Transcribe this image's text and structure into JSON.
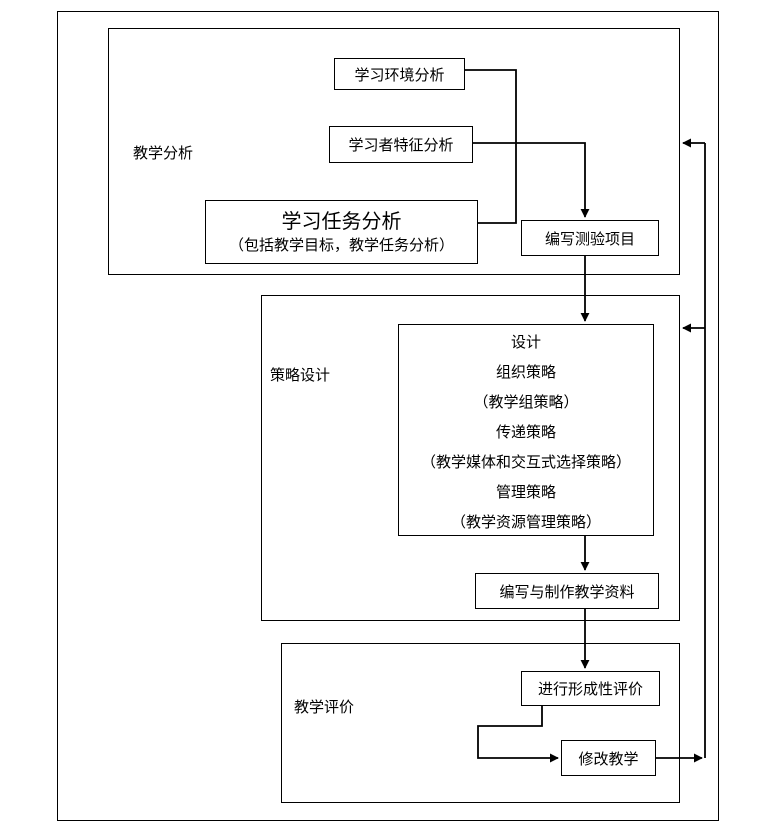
{
  "sections": {
    "analysis": "教学分析",
    "strategy": "策略设计",
    "evaluation": "教学评价"
  },
  "nodes": {
    "env": "学习环境分析",
    "learner": "学习者特征分析",
    "task_main": "学习任务分析",
    "task_sub": "（包括教学目标，教学任务分析）",
    "test": "编写测验项目",
    "design_lines": [
      "设计",
      "组织策略",
      "（教学组策略）",
      "传递策略",
      "（教学媒体和交互式选择策略）",
      "管理策略",
      "（教学资源管理策略）"
    ],
    "materials": "编写与制作教学资料",
    "formative": "进行形成性评价",
    "revise": "修改教学"
  }
}
